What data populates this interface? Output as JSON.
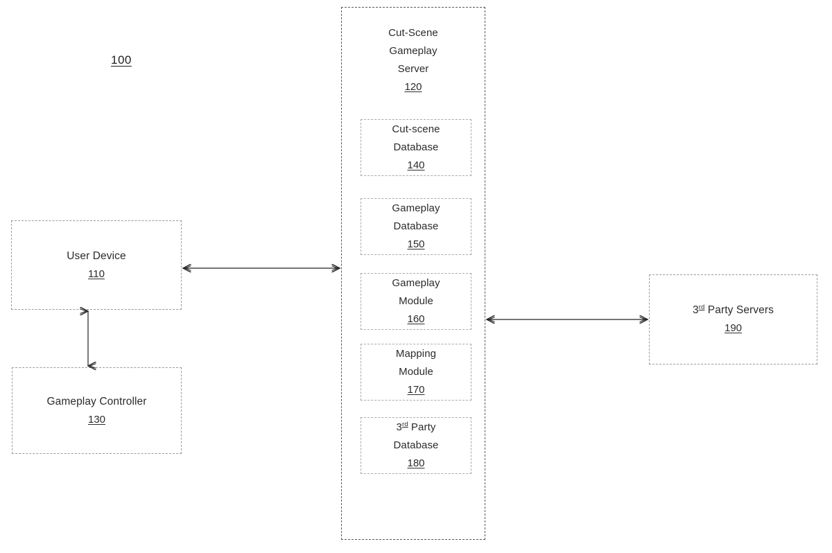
{
  "figure": {
    "number": "100"
  },
  "nodes": {
    "user_device": {
      "title": "User Device",
      "ref": "110"
    },
    "gameplay_controller": {
      "title": "Gameplay Controller",
      "ref": "130"
    },
    "server": {
      "title_line1": "Cut-Scene",
      "title_line2": "Gameplay",
      "title_line3": "Server",
      "ref": "120"
    },
    "third_party_servers": {
      "title_prefix": "3",
      "title_sup": "rd",
      "title_rest": " Party Servers",
      "ref": "190"
    }
  },
  "server_components": [
    {
      "line1": "Cut-scene",
      "line2": "Database",
      "ref": "140",
      "name": "cut-scene-database"
    },
    {
      "line1": "Gameplay",
      "line2": "Database",
      "ref": "150",
      "name": "gameplay-database"
    },
    {
      "line1": "Gameplay",
      "line2": "Module",
      "ref": "160",
      "name": "gameplay-module"
    },
    {
      "line1": "Mapping",
      "line2": "Module",
      "ref": "170",
      "name": "mapping-module"
    },
    {
      "line1_prefix": "3",
      "line1_sup": "rd",
      "line1_rest": " Party",
      "line2": "Database",
      "ref": "180",
      "name": "third-party-database"
    }
  ],
  "connectors": [
    {
      "name": "user-device-to-server",
      "style": "double-headed-arrow"
    },
    {
      "name": "user-device-to-gameplay-controller",
      "style": "double-headed-arrow"
    },
    {
      "name": "server-to-third-party-servers",
      "style": "double-headed-arrow"
    }
  ],
  "colors": {
    "stroke": "#9a9a9a",
    "outer_stroke": "#555555",
    "text": "#2b2b2b",
    "background": "#ffffff"
  }
}
